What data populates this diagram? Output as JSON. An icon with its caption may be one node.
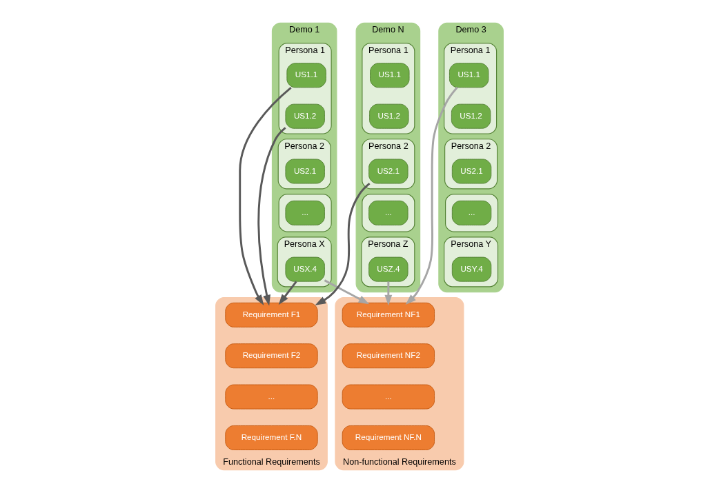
{
  "diagram": {
    "nodes": [
      {
        "text": [
          "Demo 1"
        ]
      },
      {
        "text": [
          "Persona 1"
        ],
        "in": 0
      },
      {
        "text": [
          "US1.1"
        ],
        "in": 1
      },
      {
        "text": [
          "US1.2"
        ],
        "in": 1
      },
      {
        "text": [
          "Persona 2"
        ],
        "in": 0
      },
      {
        "text": [
          "US2.1"
        ],
        "in": 4
      },
      {
        "text": [],
        "shape": "box",
        "in": 0
      },
      {
        "text": [
          "..."
        ],
        "in": 6
      },
      {
        "text": [
          "Persona X"
        ],
        "in": 0
      },
      {
        "text": [
          "USX.4"
        ],
        "in": 8
      },
      {
        "text": [
          "Demo 3"
        ]
      },
      {
        "text": [
          "Persona 1"
        ],
        "in": 10
      },
      {
        "text": [
          "US1.1"
        ],
        "in": 11
      },
      {
        "text": [
          "US1.2"
        ],
        "in": 11
      },
      {
        "text": [
          "Persona 2"
        ],
        "in": 10
      },
      {
        "text": [
          "US2.1"
        ],
        "in": 14
      },
      {
        "text": [],
        "shape": "box",
        "in": 10
      },
      {
        "text": [
          "..."
        ],
        "in": 16
      },
      {
        "text": [
          "Persona Y"
        ],
        "in": 10
      },
      {
        "text": [
          "USY.4"
        ],
        "in": 18
      },
      {
        "text": [
          "Demo N"
        ]
      },
      {
        "text": [
          "Persona 1"
        ],
        "in": 20
      },
      {
        "text": [
          "US1.1"
        ],
        "in": 21
      },
      {
        "text": [
          "US1.2"
        ],
        "in": 21
      },
      {
        "text": [
          "Persona 2"
        ],
        "in": 20
      },
      {
        "text": [
          "US2.1"
        ],
        "in": 24
      },
      {
        "text": [],
        "shape": "box",
        "in": 20
      },
      {
        "text": [
          "..."
        ],
        "in": 26
      },
      {
        "text": [
          "Persona Z"
        ],
        "in": 20
      },
      {
        "text": [
          "USZ.4"
        ],
        "in": 28
      },
      {
        "text": [
          "Functional Requirements"
        ]
      },
      {
        "text": [
          "Requirement F1"
        ],
        "in": 30
      },
      {
        "text": [
          "Requirement F2"
        ],
        "in": 30
      },
      {
        "text": [
          "..."
        ],
        "in": 30
      },
      {
        "text": [
          "Requirement F.N"
        ],
        "in": 30
      },
      {
        "text": [
          "Non-functional Requirements"
        ]
      },
      {
        "text": [
          "Requirement NF1"
        ],
        "in": 35
      },
      {
        "text": [
          "Requirement NF2"
        ],
        "in": 35
      },
      {
        "text": [
          "..."
        ],
        "in": 35
      },
      {
        "text": [
          "Requirement NF.N"
        ],
        "in": 35
      }
    ],
    "edges": [
      {
        "from": 9,
        "to": 31,
        "arrow": "to"
      },
      {
        "from": 3,
        "to": 31,
        "arrow": "to"
      },
      {
        "from": 2,
        "to": 31,
        "arrow": "to"
      },
      {
        "from": 25,
        "to": 31,
        "arrow": "to"
      },
      {
        "from": 9,
        "to": 36,
        "arrow": "to",
        "color": "#a6a6a6"
      },
      {
        "from": 12,
        "to": 36,
        "arrow": "to",
        "color": "#a6a6a6"
      },
      {
        "from": 29,
        "to": 36,
        "arrow": "to",
        "color": "#a6a6a6"
      }
    ]
  }
}
